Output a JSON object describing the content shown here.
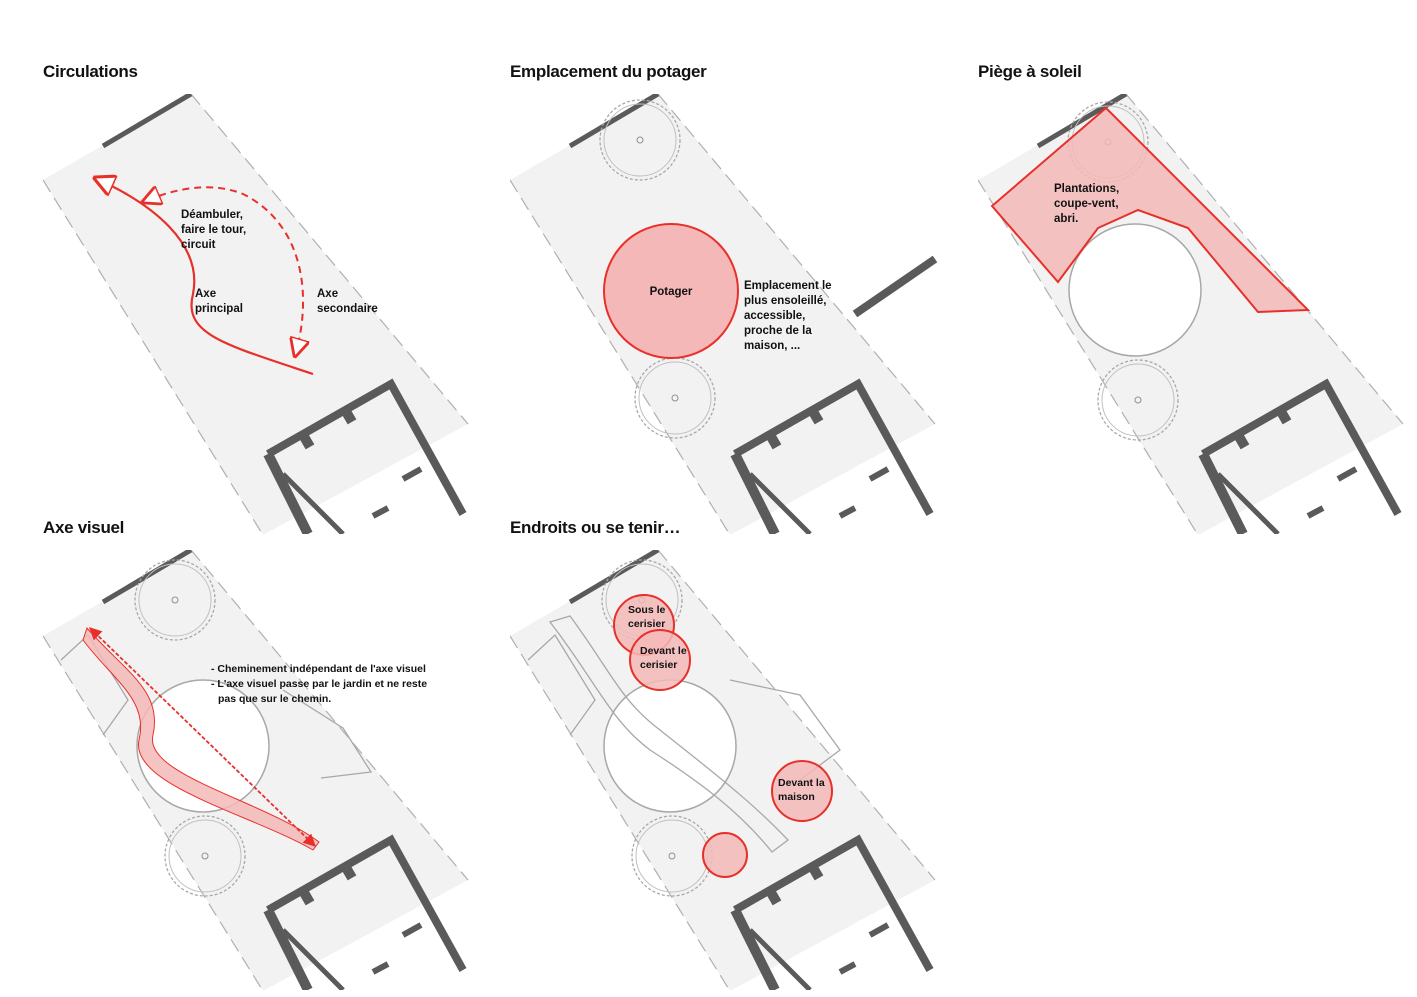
{
  "panels": [
    {
      "title": "Circulations",
      "labels": {
        "flaner": [
          "Déambuler,",
          "faire le tour,",
          "circuit"
        ],
        "main_axis": [
          "Axe",
          "principal"
        ],
        "secondary_axis": [
          "Axe",
          "secondaire"
        ]
      }
    },
    {
      "title": "Emplacement du potager",
      "labels": {
        "potager": "Potager",
        "location_note": [
          "Emplacement le",
          "plus ensoleillé,",
          "accessible,",
          "proche de la",
          "maison, ..."
        ]
      }
    },
    {
      "title": "Piège à soleil",
      "labels": {
        "plantations": [
          "Plantations,",
          "coupe-vent,",
          "abri."
        ]
      }
    },
    {
      "title": "Axe visuel",
      "labels": {
        "notes": [
          "- Cheminement indépendant de l'axe visuel",
          "- L'axe visuel passe par le jardin et ne reste",
          "pas que sur le chemin."
        ]
      }
    },
    {
      "title": "Endroits ou se tenir…",
      "labels": {
        "under_cherry": [
          "Sous le",
          "cerisier"
        ],
        "front_cherry": [
          "Devant le",
          "cerisier"
        ],
        "front_house": [
          "Devant la",
          "maison"
        ]
      }
    }
  ],
  "colors": {
    "accent_red": "#e8302a",
    "fill_pink": "#f5b8b8",
    "wall_gray": "#5a5a5a",
    "ground_gray": "#f2f2f2",
    "line_gray": "#a8a8a8"
  }
}
